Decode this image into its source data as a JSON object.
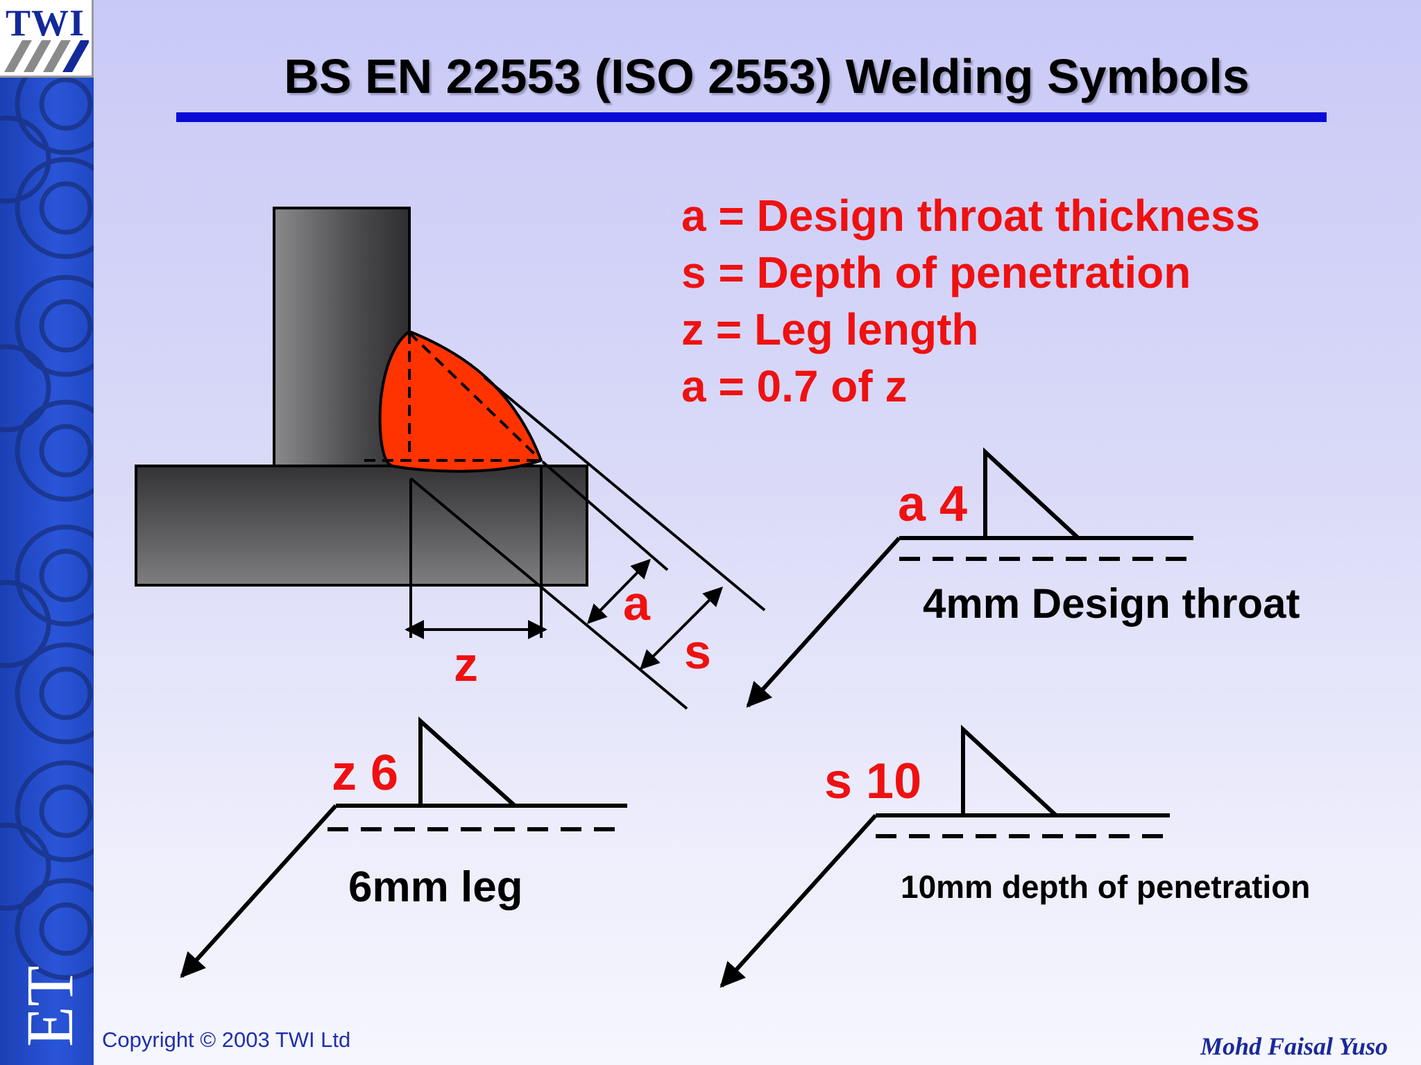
{
  "logo": {
    "text": "TWI"
  },
  "sidebar": {
    "vertical_text": "ET"
  },
  "title": "BS EN 22553 (ISO 2553) Welding Symbols",
  "legend": [
    "a = Design throat thickness",
    "s = Depth of penetration",
    "z = Leg length",
    "a = 0.7 of z"
  ],
  "weld_figure": {
    "label_a": "a",
    "label_s": "s",
    "label_z": "z"
  },
  "symbols": {
    "throat": {
      "code": "a 4",
      "caption": "4mm Design throat"
    },
    "leg": {
      "code": "z 6",
      "caption": "6mm leg"
    },
    "penetration": {
      "code": "s 10",
      "caption": "10mm depth of penetration"
    }
  },
  "footer": {
    "copyright": "Copyright © 2003 TWI Ltd",
    "signature": "Mohd Faisal Yuso"
  },
  "colors": {
    "accent_red": "#ee1111",
    "weld_fill": "#ff3300",
    "rule_blue": "#0a0ad6",
    "sidebar_blue": "#2a55d8"
  }
}
